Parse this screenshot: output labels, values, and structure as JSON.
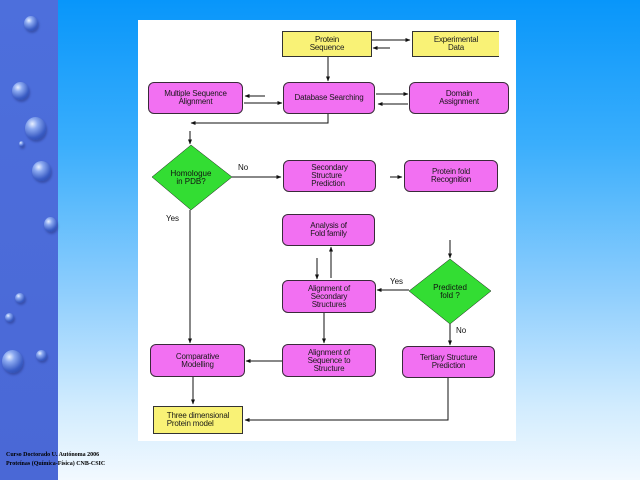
{
  "slide": {
    "footer_lines": [
      "Curso Doctorado U. Autónoma 2006",
      "Proteínas (Química-Física) CNB-CSIC"
    ],
    "colors": {
      "process_box": "#f05af0",
      "io_box": "#f8f060",
      "decision": "#33dd33",
      "left_strip": "#4a6cd8"
    }
  },
  "diagram": {
    "nodes": {
      "protein_sequence": {
        "type": "data",
        "text": "Protein\nSequence"
      },
      "experimental_data": {
        "type": "data",
        "text": "Experimental\nData"
      },
      "multiple_sequence_alignment": {
        "type": "process",
        "text": "Multiple Sequence\nAlignment"
      },
      "database_searching": {
        "type": "process",
        "text": "Database Searching"
      },
      "domain_assignment": {
        "type": "process",
        "text": "Domain\nAssignment"
      },
      "homologue_in_pdb": {
        "type": "decision",
        "text": "Homologue\nin PDB?"
      },
      "secondary_structure_prediction": {
        "type": "process",
        "text": "Secondary\nStructure\nPrediction"
      },
      "protein_fold_recognition": {
        "type": "process",
        "text": "Protein fold\nRecognition"
      },
      "analysis_of_fold_family": {
        "type": "process",
        "text": "Analysis of\nFold family"
      },
      "alignment_of_secondary_structures": {
        "type": "process",
        "text": "Alignment of\nSecondary\nStructures"
      },
      "predicted_fold": {
        "type": "decision",
        "text": "Predicted\nfold ?"
      },
      "comparative_modelling": {
        "type": "process",
        "text": "Comparative\nModelling"
      },
      "alignment_of_sequence_to_structure": {
        "type": "process",
        "text": "Alignment of\nSequence to\nStructure"
      },
      "tertiary_structure_prediction": {
        "type": "process",
        "text": "Tertiary Structure\nPrediction"
      },
      "three_dimensional_protein_model": {
        "type": "data",
        "text": "Three dimensional\nProtein model"
      }
    },
    "edge_labels": {
      "homologue_no": "No",
      "homologue_yes": "Yes",
      "predicted_yes": "Yes",
      "predicted_no": "No"
    },
    "edges": [
      [
        "protein_sequence",
        "experimental_data"
      ],
      [
        "experimental_data",
        "protein_sequence"
      ],
      [
        "protein_sequence",
        "database_searching"
      ],
      [
        "multiple_sequence_alignment",
        "database_searching"
      ],
      [
        "database_searching",
        "multiple_sequence_alignment"
      ],
      [
        "database_searching",
        "domain_assignment"
      ],
      [
        "domain_assignment",
        "database_searching"
      ],
      [
        "database_searching",
        "homologue_in_pdb"
      ],
      [
        "homologue_in_pdb",
        "secondary_structure_prediction"
      ],
      [
        "secondary_structure_prediction",
        "protein_fold_recognition"
      ],
      [
        "homologue_in_pdb",
        "comparative_modelling"
      ],
      [
        "alignment_of_secondary_structures",
        "analysis_of_fold_family"
      ],
      [
        "predicted_fold",
        "alignment_of_secondary_structures"
      ],
      [
        "alignment_of_secondary_structures",
        "alignment_of_sequence_to_structure"
      ],
      [
        "alignment_of_sequence_to_structure",
        "comparative_modelling"
      ],
      [
        "predicted_fold",
        "tertiary_structure_prediction"
      ],
      [
        "comparative_modelling",
        "three_dimensional_protein_model"
      ],
      [
        "tertiary_structure_prediction",
        "three_dimensional_protein_model"
      ]
    ]
  }
}
